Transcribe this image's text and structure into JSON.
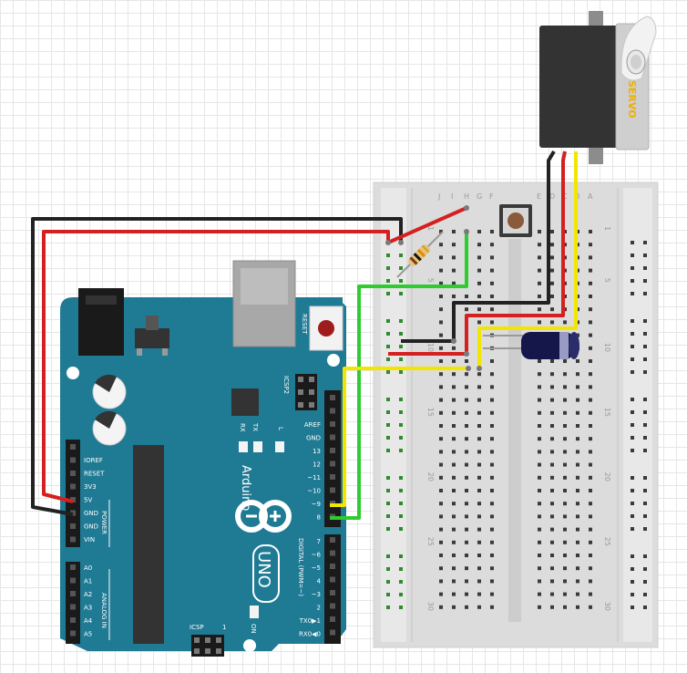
{
  "arduino": {
    "brand": "Arduino",
    "model": "UNO",
    "reset_label": "RESET",
    "icsp2_label": "ICSP2",
    "icsp_label": "ICSP",
    "tx_label": "TX",
    "rx_label": "RX",
    "l_label": "L",
    "on_label": "ON",
    "power_label": "POWER",
    "analog_label": "ANALOG IN",
    "digital_label": "DIGITAL (PWM=~)",
    "one_label": "1",
    "power_pins": [
      "IOREF",
      "RESET",
      "3V3",
      "5V",
      "GND",
      "GND",
      "VIN"
    ],
    "analog_pins": [
      "A0",
      "A1",
      "A2",
      "A3",
      "A4",
      "A5"
    ],
    "digital_upper_pins": [
      "AREF",
      "GND",
      "13",
      "12",
      "~11",
      "~10",
      "~9",
      "8"
    ],
    "digital_lower_pins": [
      "7",
      "~6",
      "~5",
      "4",
      "~3",
      "2",
      "TX0▶1",
      "RX0◀0"
    ]
  },
  "servo": {
    "label": "SERVO"
  },
  "breadboard": {
    "column_letters_left": [
      "J",
      "I",
      "H",
      "G",
      "F"
    ],
    "column_letters_right": [
      "E",
      "D",
      "C",
      "B",
      "A"
    ],
    "row_numbers": [
      "1",
      "5",
      "10",
      "15",
      "20",
      "25",
      "30"
    ]
  },
  "colors": {
    "board": "#1f7a94",
    "wire_black": "#222222",
    "wire_red": "#d42020",
    "wire_green": "#2ecc2e",
    "wire_yellow": "#f2e600",
    "servo_label": "#f0b000"
  }
}
